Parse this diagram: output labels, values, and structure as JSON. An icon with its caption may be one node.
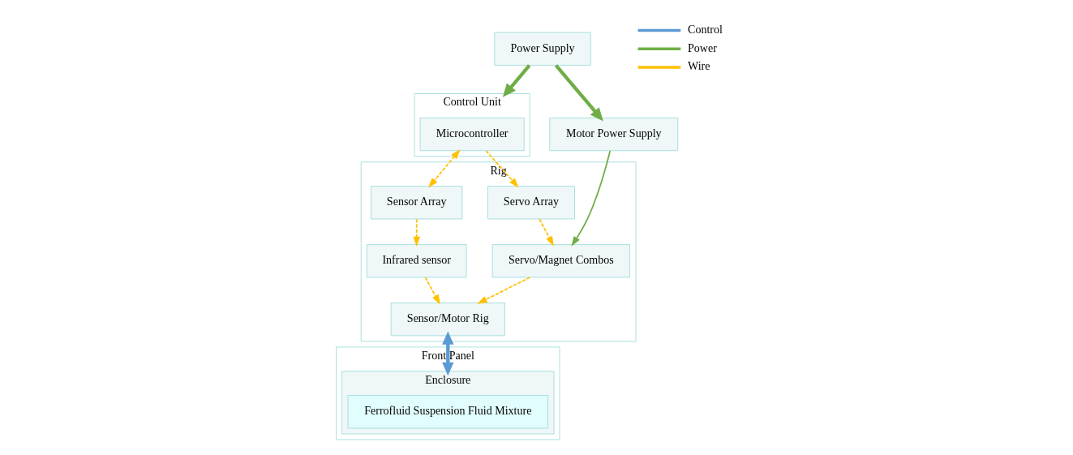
{
  "diagram": {
    "nodes": [
      {
        "text": [
          "Power Supply"
        ]
      },
      {
        "text": [
          "Control Unit"
        ]
      },
      {
        "text": [
          "Microcontroller"
        ],
        "in": 1
      },
      {
        "text": [
          "Rig"
        ]
      },
      {
        "text": [
          "Servo Array"
        ],
        "in": 3
      },
      {
        "text": [
          "Sensor Array"
        ],
        "in": 3
      },
      {
        "text": [
          "Servo/Magnet Combos"
        ],
        "in": 3
      },
      {
        "text": [
          "Infrared sensor"
        ],
        "in": 3
      },
      {
        "text": [
          "Sensor/Motor Rig"
        ],
        "in": 3
      },
      {
        "text": [
          "Front Panel"
        ]
      },
      {
        "text": [
          "Enclosure"
        ],
        "in": 9
      },
      {
        "text": [
          "Ferrofluid Suspension Fluid Mixture"
        ],
        "in": 10
      },
      {
        "text": [
          "Motor Power Supply"
        ]
      }
    ],
    "edges": [
      {
        "from": 0,
        "to": 1,
        "arrow": "to",
        "style": "thick",
        "color": "#70ad47"
      },
      {
        "from": 2,
        "to": 4,
        "arrow": "to",
        "style": "dashed"
      },
      {
        "from": 2,
        "to": 5,
        "arrow": "both",
        "style": "dashed"
      },
      {
        "from": 4,
        "to": 6,
        "arrow": "to",
        "style": "dashed"
      },
      {
        "from": 5,
        "to": 7,
        "arrow": "to",
        "style": "dashed"
      },
      {
        "from": 6,
        "to": 8,
        "arrow": "to",
        "style": "dashed"
      },
      {
        "from": 7,
        "to": 8,
        "arrow": "to",
        "style": "dashed"
      },
      {
        "from": 0,
        "to": 12,
        "arrow": "to",
        "style": "thick",
        "color": "#70ad47"
      },
      {
        "from": 12,
        "to": 6,
        "arrow": "to",
        "color": "#70ad47"
      },
      {
        "from": 8,
        "to": 10,
        "arrow": "both",
        "style": "thick",
        "color": "#5b9bd5"
      }
    ],
    "legend": [
      {
        "text": "Control",
        "color": "#5b9bd5"
      },
      {
        "text": "Power",
        "color": "#70ad47"
      },
      {
        "text": "Wire",
        "color": "#ffc000"
      }
    ]
  }
}
